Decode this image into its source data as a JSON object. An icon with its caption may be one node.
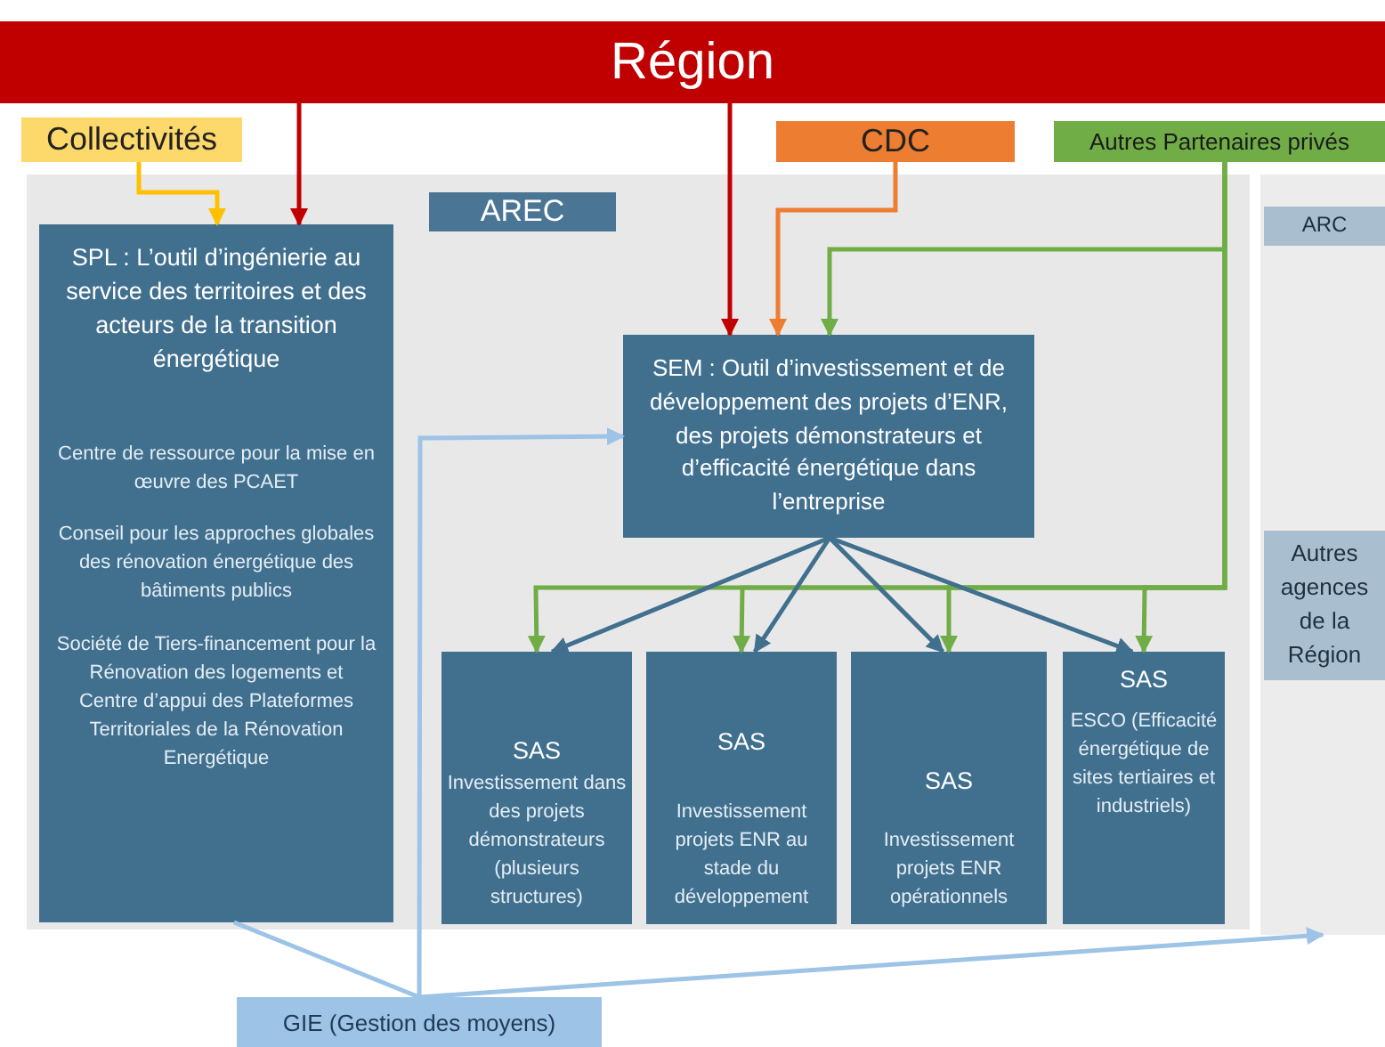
{
  "diagram": {
    "nodes": [
      {
        "text": [
          "Région"
        ]
      },
      {
        "text": [
          "Collectivités"
        ]
      },
      {
        "text": [
          "CDC"
        ]
      },
      {
        "text": [
          "Autres Partenaires privés"
        ]
      },
      {
        "text": [
          "AREC"
        ]
      },
      {
        "text": [
          "SPL : L’outil d’ingénierie au service des territoires et des acteurs de la transition énergétique",
          "Centre de ressource pour la mise en œuvre des PCAET",
          "Conseil pour les approches globales des rénovation énergétique des bâtiments publics",
          "Société de Tiers-financement pour la Rénovation des logements et",
          "Centre d’appui des Plateformes Territoriales de la Rénovation Energétique"
        ],
        "in": 4
      },
      {
        "text": [
          "SEM : Outil d’investissement et de développement des projets d’ENR, des projets démonstrateurs et d’efficacité énergétique dans l’entreprise"
        ],
        "in": 4
      },
      {
        "text": [
          "SAS",
          "Investissement dans des projets démonstrateurs (plusieurs structures)"
        ],
        "in": 4
      },
      {
        "text": [
          "SAS",
          "Investissement projets ENR au stade du développement"
        ],
        "in": 4
      },
      {
        "text": [
          "SAS",
          "Investissement projets ENR opérationnels"
        ],
        "in": 4
      },
      {
        "text": [
          "SAS",
          "ESCO (Efficacité énergétique de sites tertiaires et industriels)"
        ],
        "in": 4
      },
      {
        "text": [],
        "shape": "box"
      },
      {
        "text": [
          "ARC"
        ],
        "in": 11
      },
      {
        "text": [
          "Autres agences de la Région"
        ],
        "in": 11
      },
      {
        "text": [
          "GIE (Gestion des moyens)"
        ]
      }
    ],
    "edges": [
      {
        "from": 0,
        "to": 5,
        "arrow": "to",
        "color": "#c00000"
      },
      {
        "from": 0,
        "to": 6,
        "arrow": "to",
        "color": "#c00000"
      },
      {
        "from": 1,
        "to": 5,
        "arrow": "to",
        "color": "#ffc000"
      },
      {
        "from": 2,
        "to": 6,
        "arrow": "to",
        "color": "#ed7d31"
      },
      {
        "from": 3,
        "to": 6,
        "arrow": "to"
      },
      {
        "from": 3,
        "to": 7,
        "arrow": "to"
      },
      {
        "from": 3,
        "to": 8,
        "arrow": "to"
      },
      {
        "from": 3,
        "to": 9,
        "arrow": "to"
      },
      {
        "from": 3,
        "to": 10,
        "arrow": "to"
      },
      {
        "from": 6,
        "to": 7,
        "arrow": "to",
        "color": "#41708f"
      },
      {
        "from": 6,
        "to": 8,
        "arrow": "to",
        "color": "#41708f"
      },
      {
        "from": 6,
        "to": 9,
        "arrow": "to",
        "color": "#41708f"
      },
      {
        "from": 6,
        "to": 10,
        "arrow": "to",
        "color": "#41708f"
      },
      {
        "from": 14,
        "to": 5,
        "arrow": "none",
        "color": "#9dc3e6"
      },
      {
        "from": 14,
        "to": 6,
        "arrow": "to",
        "color": "#9dc3e6"
      },
      {
        "from": 14,
        "to": 11,
        "arrow": "to",
        "color": "#9dc3e6"
      }
    ]
  }
}
